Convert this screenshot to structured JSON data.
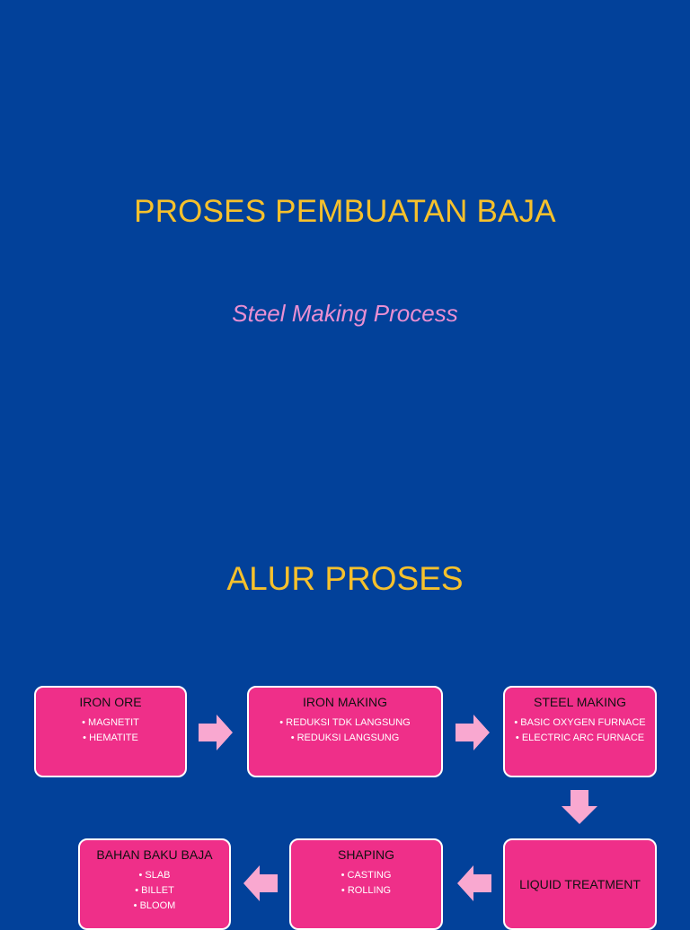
{
  "slide1": {
    "title": "PROSES PEMBUATAN BAJA",
    "subtitle": "Steel Making Process"
  },
  "slide2": {
    "title": "ALUR PROSES",
    "boxes": [
      {
        "title": "IRON ORE",
        "items": [
          "MAGNETIT",
          "HEMATITE"
        ]
      },
      {
        "title": "IRON MAKING",
        "items": [
          "REDUKSI TDK LANGSUNG",
          "REDUKSI LANGSUNG"
        ]
      },
      {
        "title": "STEEL MAKING",
        "items": [
          "BASIC OXYGEN FURNACE",
          "ELECTRIC ARC FURNACE"
        ]
      },
      {
        "title": "LIQUID TREATMENT",
        "items": []
      },
      {
        "title": "SHAPING",
        "items": [
          "CASTING",
          "ROLLING"
        ]
      },
      {
        "title": "BAHAN BAKU BAJA",
        "items": [
          "SLAB",
          "BILLET",
          "BLOOM"
        ]
      }
    ]
  },
  "colors": {
    "background": "#02419a",
    "title": "#f6c12c",
    "subtitle": "#e98fd2",
    "box": "#ef2f89",
    "arrow": "#f9a8d0"
  },
  "icons": {
    "arrow_right": "arrow-right-icon",
    "arrow_down": "arrow-down-icon",
    "arrow_left": "arrow-left-icon"
  }
}
